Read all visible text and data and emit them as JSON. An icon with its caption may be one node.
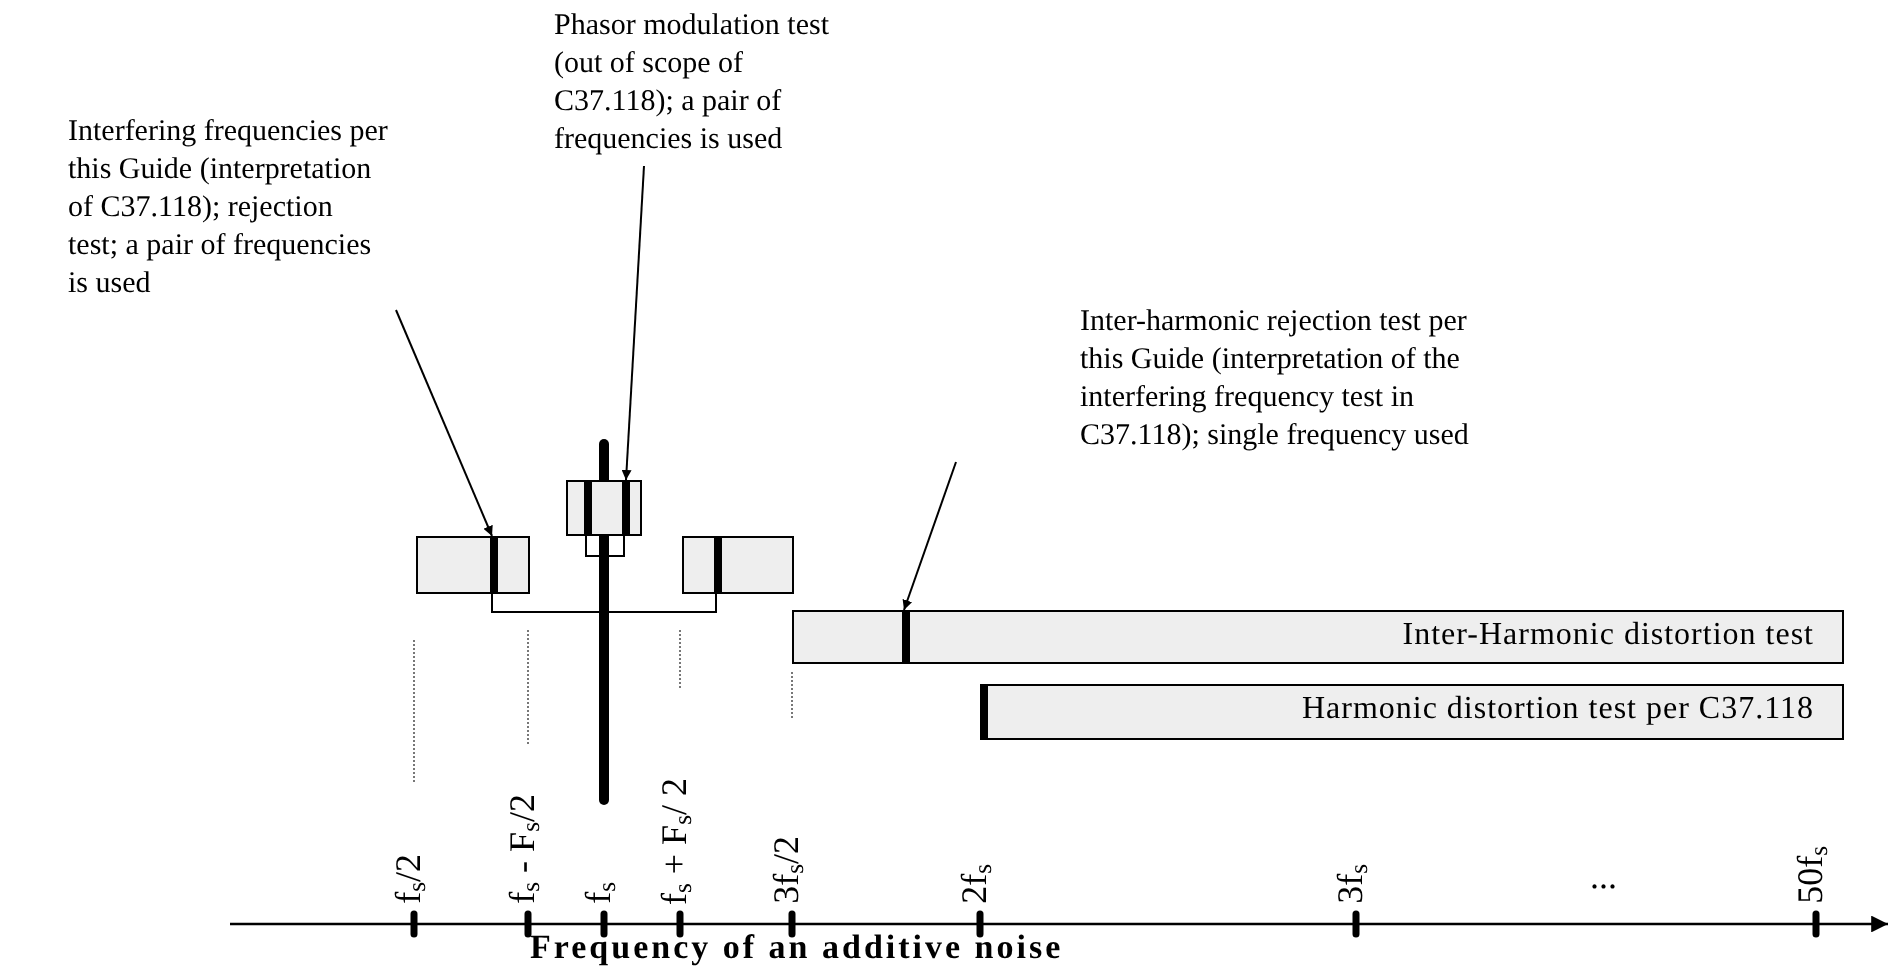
{
  "diagram": {
    "nodes": [
      {
        "text": [
          "Phasor modulation test (out of scope of C37.118); a pair of frequencies is used"
        ]
      },
      {
        "text": [
          "Interfering frequencies per this Guide (interpretation of C37.118); rejection test; a pair of frequencies is used"
        ]
      },
      {
        "text": [
          "Inter-harmonic rejection test per this Guide (interpretation of the interfering frequency test in C37.118); single frequency used"
        ]
      },
      {
        "text": [],
        "shape": "box"
      },
      {
        "text": [],
        "shape": "box"
      },
      {
        "text": [],
        "shape": "box"
      },
      {
        "text": [
          "Inter-Harmonic distortion test"
        ]
      },
      {
        "text": [
          "Harmonic distortion test per C37.118"
        ]
      }
    ],
    "edges": [
      {
        "from": 1,
        "to": 3,
        "arrow": "to"
      },
      {
        "from": 0,
        "to": 4,
        "arrow": "to"
      },
      {
        "from": 2,
        "to": 6,
        "arrow": "to"
      },
      {
        "from": 3,
        "to": 5,
        "arrow": "none"
      }
    ],
    "labels": [
      "f$_{s}$/2",
      "f$_{s}$ - F$_{s}$/2",
      "f$_{s}$",
      "f$_{s}$ + F$_{s}$/ 2",
      "3f$_{s}$/2",
      "2f$_{s}$",
      "3f$_{s}$",
      "...",
      "50f$_{s}$",
      "Frequency of an additive noise"
    ]
  }
}
